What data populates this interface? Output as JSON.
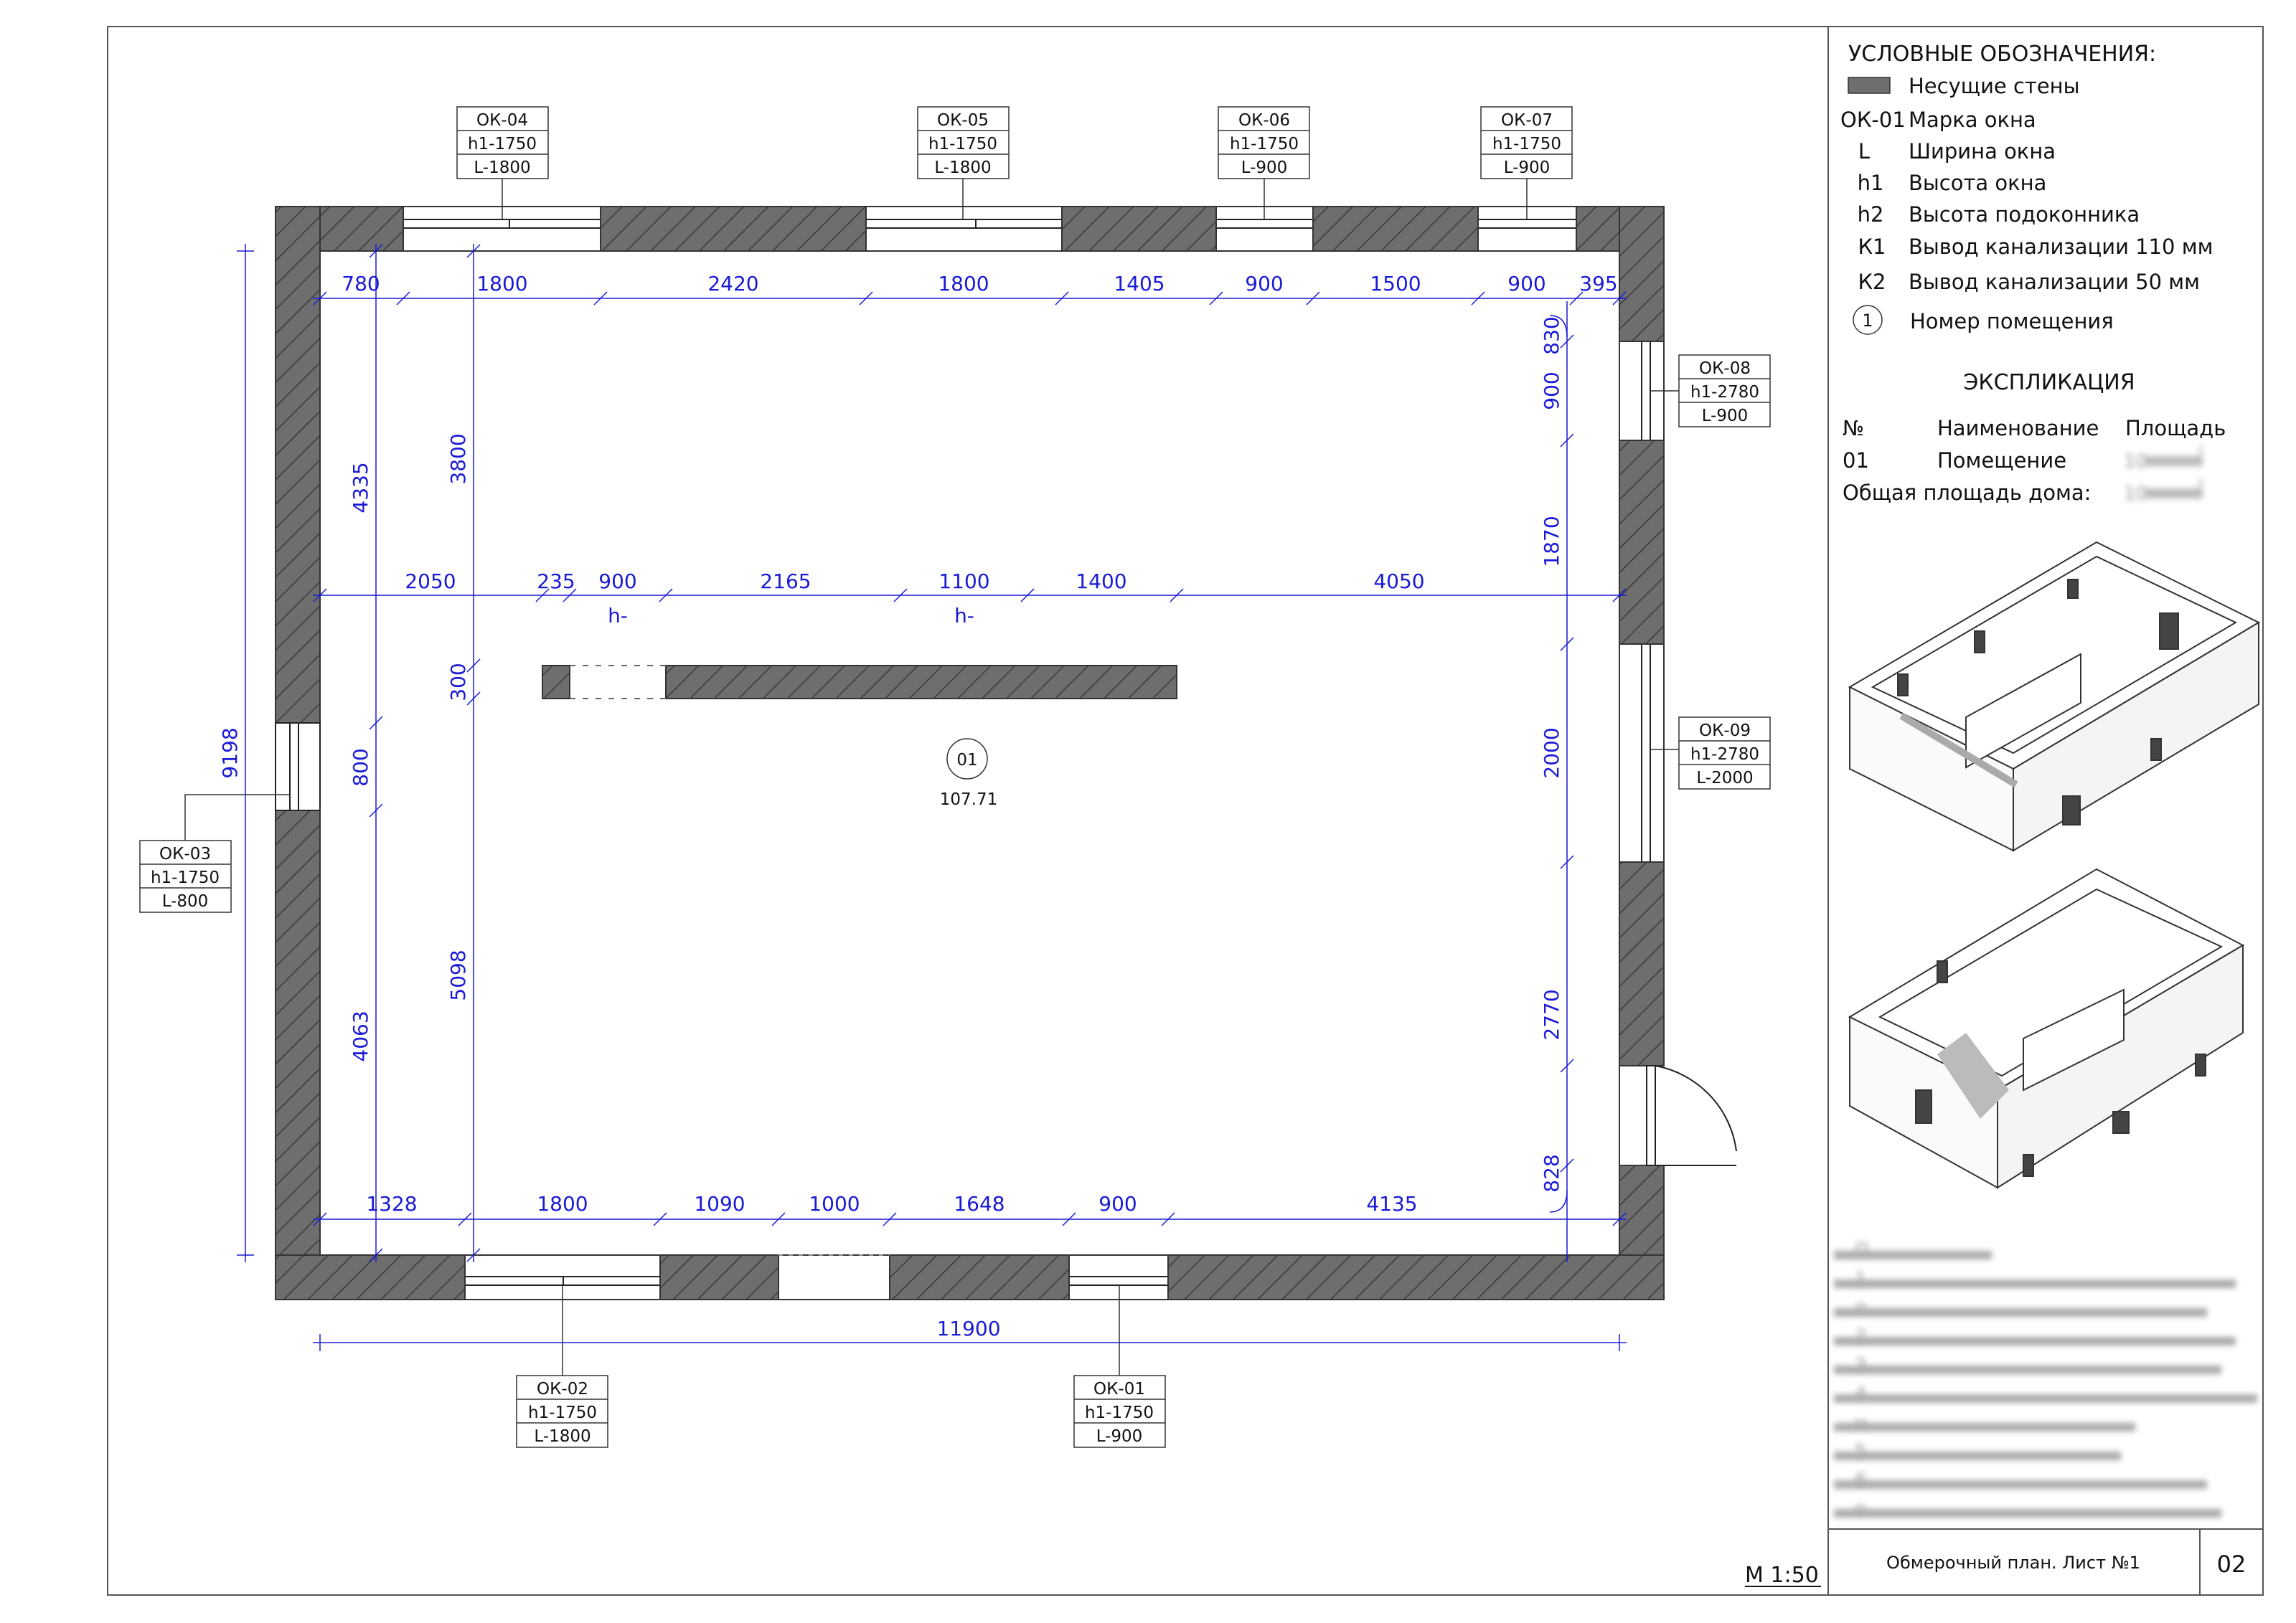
{
  "legend": {
    "title": "УСЛОВНЫЕ ОБОЗНАЧЕНИЯ:",
    "items": [
      {
        "key": "",
        "text": "Несущие стены"
      },
      {
        "key": "ОК-01",
        "text": "Марка окна"
      },
      {
        "key": "L",
        "text": "Ширина окна"
      },
      {
        "key": "h1",
        "text": "Высота окна"
      },
      {
        "key": "h2",
        "text": "Высота подоконника"
      },
      {
        "key": "К1",
        "text": "Вывод канализации 110 мм"
      },
      {
        "key": "К2",
        "text": "Вывод канализации 50 мм"
      },
      {
        "key": "1",
        "text": "Номер помещения"
      }
    ]
  },
  "explication": {
    "title": "ЭКСПЛИКАЦИЯ",
    "col_no": "№",
    "col_name": "Наименование",
    "col_area": "Площадь",
    "row_no": "01",
    "row_name": "Помещение",
    "row_area": "10",
    "row_sup": "2",
    "total_label": "Общая площадь дома:",
    "total_area": "10",
    "total_sup": "2"
  },
  "notes": [
    "П",
    "1",
    "п",
    "2",
    "3",
    "4",
    "н",
    "5",
    "6",
    "о"
  ],
  "title_block": {
    "sheet_title": "Обмерочный план. Лист №1",
    "sheet_no": "02",
    "scale": "М 1:50"
  },
  "room": {
    "number": "01",
    "area": "107.71"
  },
  "windows": [
    {
      "mark": "ОК-04",
      "h": "h1-1750",
      "l": "L-1800"
    },
    {
      "mark": "ОК-05",
      "h": "h1-1750",
      "l": "L-1800"
    },
    {
      "mark": "ОК-06",
      "h": "h1-1750",
      "l": "L-900"
    },
    {
      "mark": "ОК-07",
      "h": "h1-1750",
      "l": "L-900"
    },
    {
      "mark": "ОК-08",
      "h": "h1-2780",
      "l": "L-900"
    },
    {
      "mark": "ОК-09",
      "h": "h1-2780",
      "l": "L-2000"
    },
    {
      "mark": "ОК-03",
      "h": "h1-1750",
      "l": "L-800"
    },
    {
      "mark": "ОК-02",
      "h": "h1-1750",
      "l": "L-1800"
    },
    {
      "mark": "ОК-01",
      "h": "h1-1750",
      "l": "L-900"
    }
  ],
  "dims": {
    "top": [
      "780",
      "1800",
      "2420",
      "1800",
      "1405",
      "900",
      "1500",
      "900",
      "395"
    ],
    "middle": [
      "2050",
      "235",
      "900",
      "2165",
      "1100",
      "1400",
      "4050"
    ],
    "h_marks": [
      "h-",
      "h-"
    ],
    "bottom": [
      "1328",
      "1800",
      "1090",
      "1000",
      "1648",
      "900",
      "4135"
    ],
    "total": "11900",
    "left_outer": "9198",
    "left_a": [
      "4335",
      "800",
      "4063"
    ],
    "left_b": [
      "3800",
      "300",
      "5098"
    ],
    "right": [
      "830",
      "900",
      "1870",
      "2000",
      "2770",
      "828"
    ]
  }
}
